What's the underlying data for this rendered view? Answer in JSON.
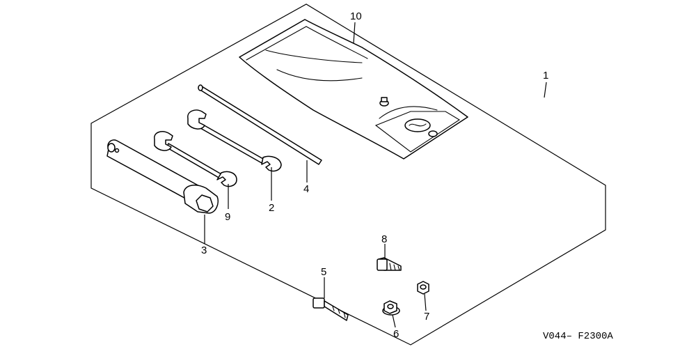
{
  "diagram": {
    "callouts": {
      "kit": "1",
      "wrench_upper": "2",
      "plug_wrench": "3",
      "rod": "4",
      "long_bolt": "5",
      "flange_nut": "6",
      "nut": "7",
      "short_bolt": "8",
      "wrench_lower": "9",
      "tool_bag": "10"
    },
    "figure_code": "V044– F2300A"
  }
}
